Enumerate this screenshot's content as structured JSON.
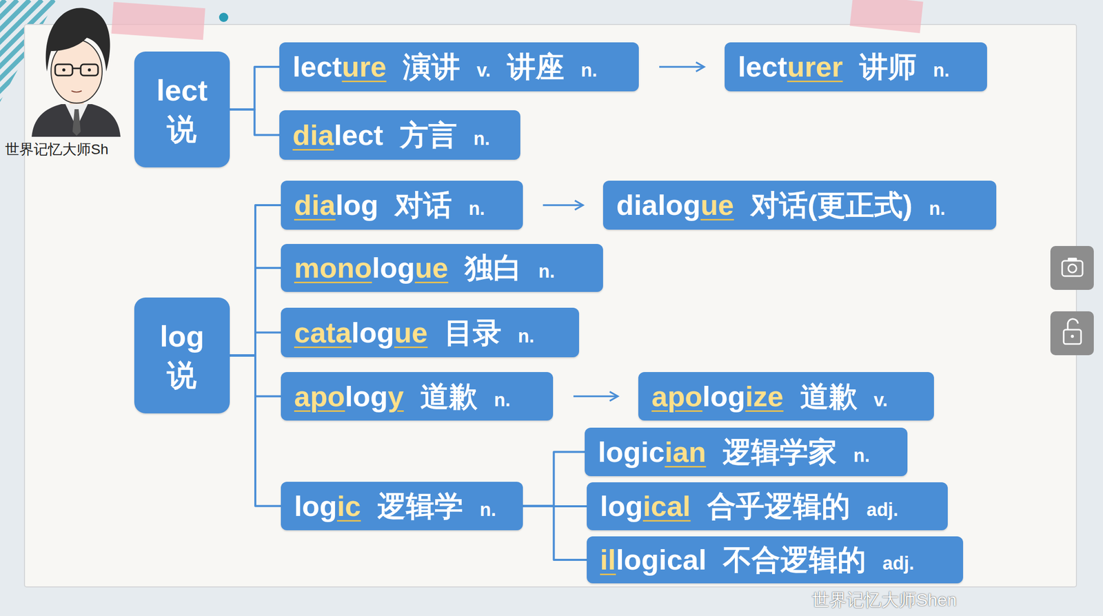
{
  "diagram": {
    "nodes": [
      {
        "text": [
          "lect 说"
        ]
      },
      {
        "text": [
          "lecture 演讲 v. 讲座 n."
        ]
      },
      {
        "text": [
          "lecturer 讲师 n."
        ]
      },
      {
        "text": [
          "dialect 方言 n."
        ]
      },
      {
        "text": [
          "log 说"
        ]
      },
      {
        "text": [
          "dialog 对话 n."
        ]
      },
      {
        "text": [
          "dialogue 对话(更正式) n."
        ]
      },
      {
        "text": [
          "monologue 独白 n."
        ]
      },
      {
        "text": [
          "catalogue 目录 n."
        ]
      },
      {
        "text": [
          "apology 道歉 n."
        ]
      },
      {
        "text": [
          "apologize 道歉 v."
        ]
      },
      {
        "text": [
          "logic 逻辑学 n."
        ]
      },
      {
        "text": [
          "logician 逻辑学家 n."
        ]
      },
      {
        "text": [
          "logical 合乎逻辑的 adj."
        ]
      },
      {
        "text": [
          "illogical 不合逻辑的 adj."
        ]
      }
    ],
    "edges": [
      {
        "from": 0,
        "to": 1,
        "arrow": "none"
      },
      {
        "from": 0,
        "to": 3,
        "arrow": "none"
      },
      {
        "from": 1,
        "to": 2,
        "arrow": "to"
      },
      {
        "from": 4,
        "to": 5,
        "arrow": "none"
      },
      {
        "from": 4,
        "to": 7,
        "arrow": "none"
      },
      {
        "from": 4,
        "to": 8,
        "arrow": "none"
      },
      {
        "from": 4,
        "to": 9,
        "arrow": "none"
      },
      {
        "from": 4,
        "to": 11,
        "arrow": "none"
      },
      {
        "from": 5,
        "to": 6,
        "arrow": "to"
      },
      {
        "from": 9,
        "to": 10,
        "arrow": "to"
      },
      {
        "from": 11,
        "to": 12,
        "arrow": "none"
      },
      {
        "from": 11,
        "to": 13,
        "arrow": "none"
      },
      {
        "from": 11,
        "to": 14,
        "arrow": "none"
      }
    ],
    "labels": [
      "世界记忆大师Sh",
      "世界记忆大师Shen"
    ]
  }
}
